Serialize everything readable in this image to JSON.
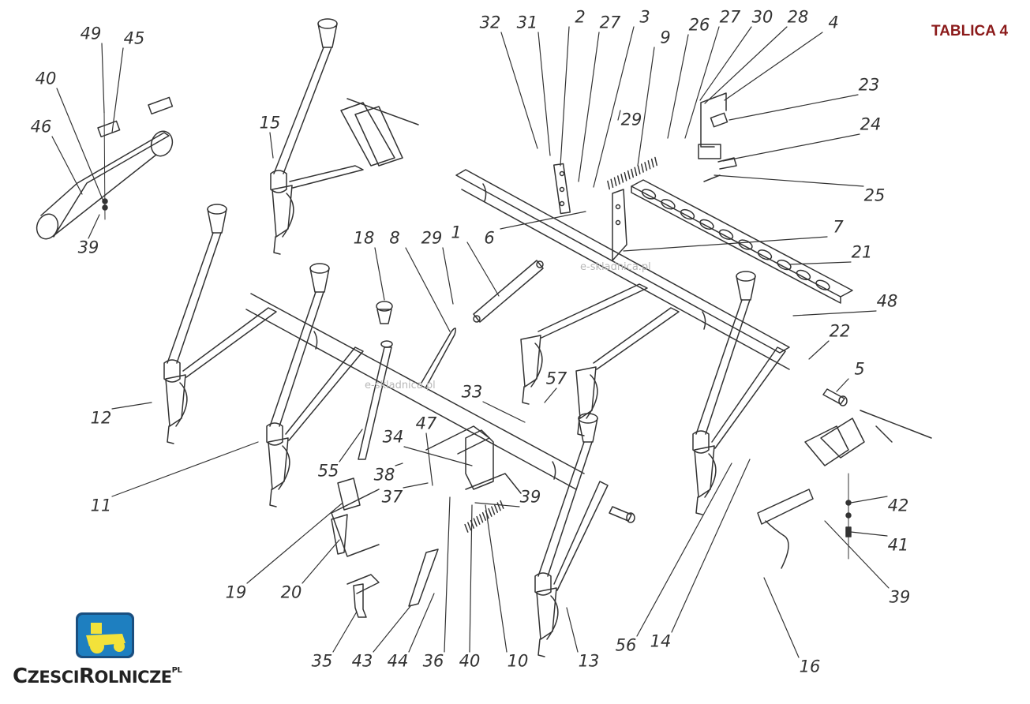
{
  "sheet_title": "TABLICA 4",
  "watermark": "e-skladnica.pl",
  "brand": {
    "prefix_big": "C",
    "prefix": "ZESCI",
    "middle_big": "R",
    "suffix": "OLNICZE",
    "superscript": "PL"
  },
  "colors": {
    "title": "#8b1a1a",
    "line": "#333333",
    "logo_blue": "#1e7fc0",
    "logo_yellow": "#f3e23a",
    "logo_frame": "#1a4f80"
  },
  "labels": [
    {
      "id": "49",
      "text": "49"
    },
    {
      "id": "45",
      "text": "45"
    },
    {
      "id": "40a",
      "text": "40"
    },
    {
      "id": "46",
      "text": "46"
    },
    {
      "id": "39a",
      "text": "39"
    },
    {
      "id": "15",
      "text": "15"
    },
    {
      "id": "32",
      "text": "32"
    },
    {
      "id": "31",
      "text": "31"
    },
    {
      "id": "2",
      "text": "2"
    },
    {
      "id": "27a",
      "text": "27"
    },
    {
      "id": "3",
      "text": "3"
    },
    {
      "id": "9",
      "text": "9"
    },
    {
      "id": "26",
      "text": "26"
    },
    {
      "id": "27b",
      "text": "27"
    },
    {
      "id": "30",
      "text": "30"
    },
    {
      "id": "28",
      "text": "28"
    },
    {
      "id": "4",
      "text": "4"
    },
    {
      "id": "23",
      "text": "23"
    },
    {
      "id": "29a",
      "text": "29"
    },
    {
      "id": "24",
      "text": "24"
    },
    {
      "id": "25",
      "text": "25"
    },
    {
      "id": "6",
      "text": "6"
    },
    {
      "id": "7",
      "text": "7"
    },
    {
      "id": "21",
      "text": "21"
    },
    {
      "id": "18",
      "text": "18"
    },
    {
      "id": "8",
      "text": "8"
    },
    {
      "id": "29b",
      "text": "29"
    },
    {
      "id": "1",
      "text": "1"
    },
    {
      "id": "48",
      "text": "48"
    },
    {
      "id": "22",
      "text": "22"
    },
    {
      "id": "5",
      "text": "5"
    },
    {
      "id": "12",
      "text": "12"
    },
    {
      "id": "57",
      "text": "57"
    },
    {
      "id": "33",
      "text": "33"
    },
    {
      "id": "47",
      "text": "47"
    },
    {
      "id": "34",
      "text": "34"
    },
    {
      "id": "38",
      "text": "38"
    },
    {
      "id": "37",
      "text": "37"
    },
    {
      "id": "39b",
      "text": "39"
    },
    {
      "id": "55",
      "text": "55"
    },
    {
      "id": "11",
      "text": "11"
    },
    {
      "id": "42",
      "text": "42"
    },
    {
      "id": "41",
      "text": "41"
    },
    {
      "id": "39c",
      "text": "39"
    },
    {
      "id": "19",
      "text": "19"
    },
    {
      "id": "20",
      "text": "20"
    },
    {
      "id": "35",
      "text": "35"
    },
    {
      "id": "43",
      "text": "43"
    },
    {
      "id": "44",
      "text": "44"
    },
    {
      "id": "36",
      "text": "36"
    },
    {
      "id": "40b",
      "text": "40"
    },
    {
      "id": "10",
      "text": "10"
    },
    {
      "id": "13",
      "text": "13"
    },
    {
      "id": "56",
      "text": "56"
    },
    {
      "id": "14",
      "text": "14"
    },
    {
      "id": "16",
      "text": "16"
    }
  ]
}
